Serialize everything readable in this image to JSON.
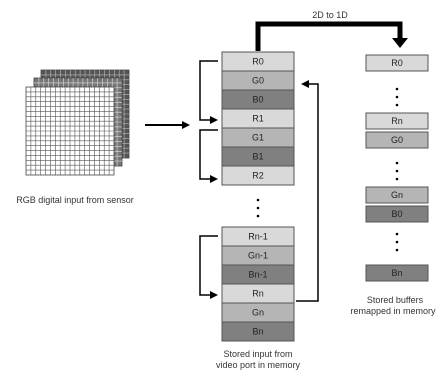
{
  "colors": {
    "light": "#d9d9d9",
    "mid": "#b5b5b5",
    "dark": "#808080",
    "border": "#555555",
    "arrow": "#000000",
    "text": "#333333"
  },
  "top_arrow_label": "2D to 1D",
  "sensor_label": "RGB digital input from sensor",
  "left_stack": {
    "group1": [
      {
        "label": "R0",
        "shade": "light"
      },
      {
        "label": "G0",
        "shade": "mid"
      },
      {
        "label": "B0",
        "shade": "dark"
      },
      {
        "label": "R1",
        "shade": "light"
      },
      {
        "label": "G1",
        "shade": "mid"
      },
      {
        "label": "B1",
        "shade": "dark"
      },
      {
        "label": "R2",
        "shade": "light"
      }
    ],
    "group2": [
      {
        "label": "Rn-1",
        "shade": "light"
      },
      {
        "label": "Gn-1",
        "shade": "mid"
      },
      {
        "label": "Bn-1",
        "shade": "dark"
      },
      {
        "label": "Rn",
        "shade": "light"
      },
      {
        "label": "Gn",
        "shade": "mid"
      },
      {
        "label": "Bn",
        "shade": "dark"
      }
    ],
    "caption_line1": "Stored input from",
    "caption_line2": "video port in memory"
  },
  "right_stack": {
    "groups": [
      [
        {
          "label": "R0",
          "shade": "light"
        }
      ],
      [
        {
          "label": "Rn",
          "shade": "light"
        },
        {
          "label": "G0",
          "shade": "mid"
        }
      ],
      [
        {
          "label": "Gn",
          "shade": "mid"
        },
        {
          "label": "B0",
          "shade": "dark"
        }
      ],
      [
        {
          "label": "Bn",
          "shade": "dark"
        }
      ]
    ],
    "caption_line1": "Stored buffers",
    "caption_line2": "remapped in memory"
  }
}
